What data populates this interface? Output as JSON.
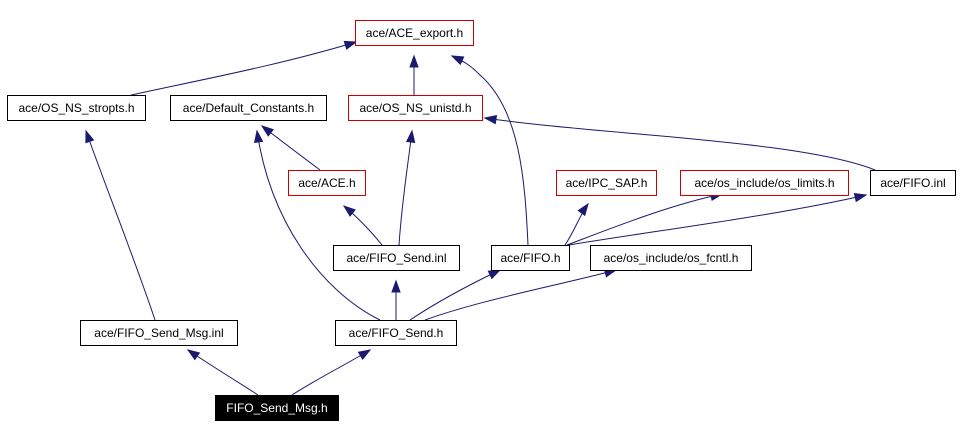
{
  "graph": {
    "colors": {
      "edge": "#1a1a6e",
      "node_border_default": "#000000",
      "node_border_truncated": "#cc0000",
      "current_node_fill": "#000000",
      "current_node_text": "#ffffff"
    },
    "nodes": [
      {
        "id": "ace_export",
        "label": "ace/ACE_export.h",
        "style": "truncated"
      },
      {
        "id": "os_ns_stropts",
        "label": "ace/OS_NS_stropts.h",
        "style": "default"
      },
      {
        "id": "default_constants",
        "label": "ace/Default_Constants.h",
        "style": "default"
      },
      {
        "id": "os_ns_unistd",
        "label": "ace/OS_NS_unistd.h",
        "style": "truncated"
      },
      {
        "id": "ace_h",
        "label": "ace/ACE.h",
        "style": "truncated"
      },
      {
        "id": "ipc_sap",
        "label": "ace/IPC_SAP.h",
        "style": "truncated"
      },
      {
        "id": "os_limits",
        "label": "ace/os_include/os_limits.h",
        "style": "truncated"
      },
      {
        "id": "fifo_inl",
        "label": "ace/FIFO.inl",
        "style": "default"
      },
      {
        "id": "fifo_send_inl",
        "label": "ace/FIFO_Send.inl",
        "style": "default"
      },
      {
        "id": "fifo_h",
        "label": "ace/FIFO.h",
        "style": "default"
      },
      {
        "id": "os_fcntl",
        "label": "ace/os_include/os_fcntl.h",
        "style": "default"
      },
      {
        "id": "fifo_send_msg_inl",
        "label": "ace/FIFO_Send_Msg.inl",
        "style": "default"
      },
      {
        "id": "fifo_send_h",
        "label": "ace/FIFO_Send.h",
        "style": "default"
      },
      {
        "id": "fifo_send_msg_h",
        "label": "FIFO_Send_Msg.h",
        "style": "current"
      }
    ],
    "edges": [
      {
        "from": "fifo_send_msg_h",
        "to": "fifo_send_msg_inl"
      },
      {
        "from": "fifo_send_msg_h",
        "to": "fifo_send_h"
      },
      {
        "from": "fifo_send_msg_inl",
        "to": "os_ns_stropts"
      },
      {
        "from": "fifo_send_h",
        "to": "default_constants"
      },
      {
        "from": "fifo_send_h",
        "to": "fifo_send_inl"
      },
      {
        "from": "fifo_send_h",
        "to": "fifo_h"
      },
      {
        "from": "fifo_send_h",
        "to": "os_fcntl"
      },
      {
        "from": "fifo_send_inl",
        "to": "ace_h"
      },
      {
        "from": "fifo_send_inl",
        "to": "os_ns_unistd"
      },
      {
        "from": "fifo_h",
        "to": "ace_export"
      },
      {
        "from": "fifo_h",
        "to": "ipc_sap"
      },
      {
        "from": "fifo_h",
        "to": "os_limits"
      },
      {
        "from": "fifo_h",
        "to": "fifo_inl"
      },
      {
        "from": "fifo_inl",
        "to": "os_ns_unistd"
      },
      {
        "from": "ace_h",
        "to": "default_constants"
      },
      {
        "from": "os_ns_unistd",
        "to": "ace_export"
      },
      {
        "from": "os_ns_stropts",
        "to": "ace_export"
      }
    ]
  }
}
